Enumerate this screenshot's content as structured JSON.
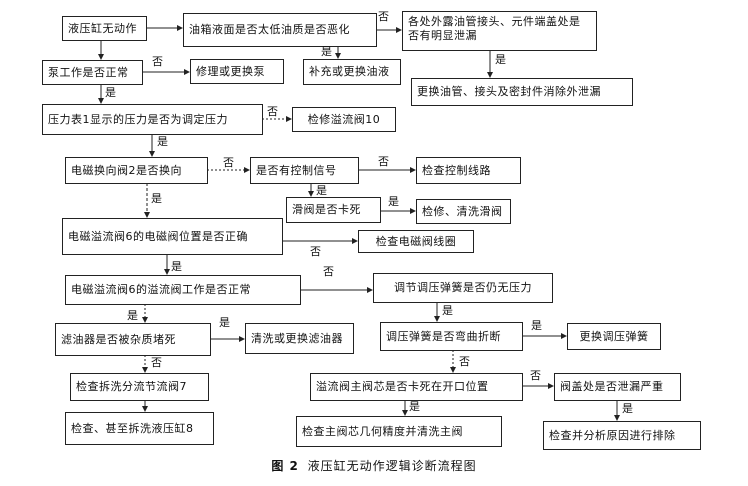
{
  "nodes": {
    "n1": "液压缸无动作",
    "n2": "油箱液面是否太低油质是否恶化",
    "n3": "各处外露油管接头、元件端盖处是否有明显泄漏",
    "n4": "泵工作是否正常",
    "n5": "修理或更换泵",
    "n6": "补充或更换油液",
    "n7": "更换油管、接头及密封件消除外泄漏",
    "n8": "压力表1显示的压力是否为调定压力",
    "n9": "检修溢流阀10",
    "n10": "电磁换向阀2是否换向",
    "n11": "是否有控制信号",
    "n12": "检查控制线路",
    "n13": "滑阀是否卡死",
    "n14": "检修、清洗滑阀",
    "n15": "电磁溢流阀6的电磁阀位置是否正确",
    "n16": "检查电磁阀线圈",
    "n17": "电磁溢流阀6的溢流阀工作是否正常",
    "n18": "调节调压弹簧是否仍无压力",
    "n19": "滤油器是否被杂质堵死",
    "n20": "清洗或更换滤油器",
    "n21": "调压弹簧是否弯曲折断",
    "n22": "更换调压弹簧",
    "n23": "检查拆洗分流节流阀7",
    "n24": "溢流阀主阀芯是否卡死在开口位置",
    "n25": "阀盖处是否泄漏严重",
    "n26": "检查、甚至拆洗液压缸8",
    "n27": "检查主阀芯几何精度并清洗主阀",
    "n28": "检查并分析原因进行排除"
  },
  "edge_labels": {
    "yes": "是",
    "no": "否"
  },
  "edges": [
    {
      "from": "n1",
      "to": "n2",
      "label": ""
    },
    {
      "from": "n2",
      "to": "n3",
      "label": "否"
    },
    {
      "from": "n2",
      "to": "n6",
      "label": "是"
    },
    {
      "from": "n3",
      "to": "n7",
      "label": "是"
    },
    {
      "from": "n1",
      "to": "n4",
      "label": ""
    },
    {
      "from": "n4",
      "to": "n5",
      "label": "否"
    },
    {
      "from": "n4",
      "to": "n8",
      "label": "是"
    },
    {
      "from": "n8",
      "to": "n9",
      "label": "否"
    },
    {
      "from": "n8",
      "to": "n10",
      "label": "是"
    },
    {
      "from": "n10",
      "to": "n11",
      "label": "否"
    },
    {
      "from": "n11",
      "to": "n12",
      "label": "否"
    },
    {
      "from": "n11",
      "to": "n13",
      "label": "是"
    },
    {
      "from": "n13",
      "to": "n14",
      "label": "是"
    },
    {
      "from": "n10",
      "to": "n15",
      "label": "是"
    },
    {
      "from": "n15",
      "to": "n16",
      "label": "否"
    },
    {
      "from": "n15",
      "to": "n17",
      "label": "是"
    },
    {
      "from": "n17",
      "to": "n18",
      "label": "否"
    },
    {
      "from": "n17",
      "to": "n19",
      "label": "是"
    },
    {
      "from": "n19",
      "to": "n20",
      "label": "是"
    },
    {
      "from": "n19",
      "to": "n23",
      "label": "否"
    },
    {
      "from": "n23",
      "to": "n26",
      "label": ""
    },
    {
      "from": "n18",
      "to": "n21",
      "label": "是"
    },
    {
      "from": "n21",
      "to": "n22",
      "label": "是"
    },
    {
      "from": "n21",
      "to": "n24",
      "label": "否"
    },
    {
      "from": "n24",
      "to": "n25",
      "label": "否"
    },
    {
      "from": "n24",
      "to": "n27",
      "label": "是"
    },
    {
      "from": "n25",
      "to": "n28",
      "label": "是"
    }
  ],
  "caption": {
    "figure_label": "图 2",
    "title": "液压缸无动作逻辑诊断流程图"
  }
}
